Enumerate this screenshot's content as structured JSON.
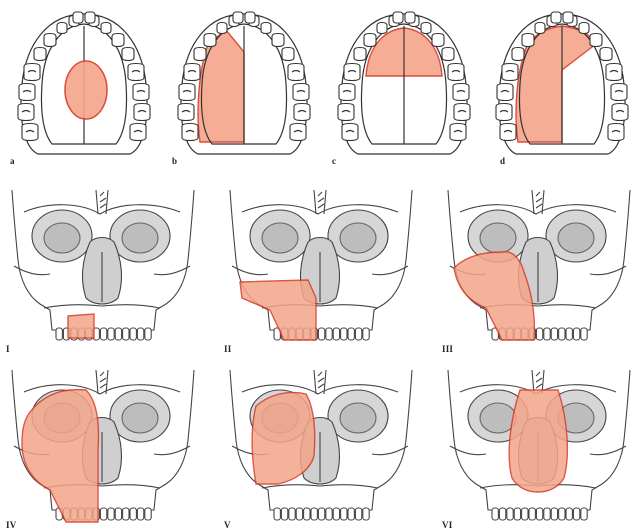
{
  "colors": {
    "line": "#333333",
    "shade": "#f4a58a",
    "shade_edge": "#d83a2a",
    "orbit_fill": "#c9c9c9",
    "background": "#ffffff"
  },
  "palate_panels": [
    {
      "label": "a",
      "region": "central-oval"
    },
    {
      "label": "b",
      "region": "left-hemipalate"
    },
    {
      "label": "c",
      "region": "anterior-palate"
    },
    {
      "label": "d",
      "region": "extended-hemipalate"
    }
  ],
  "skull_panels": [
    {
      "label": "I",
      "class": "I"
    },
    {
      "label": "II",
      "class": "II"
    },
    {
      "label": "III",
      "class": "III"
    },
    {
      "label": "IV",
      "class": "IV"
    },
    {
      "label": "V",
      "class": "V"
    },
    {
      "label": "VI",
      "class": "VI"
    }
  ]
}
